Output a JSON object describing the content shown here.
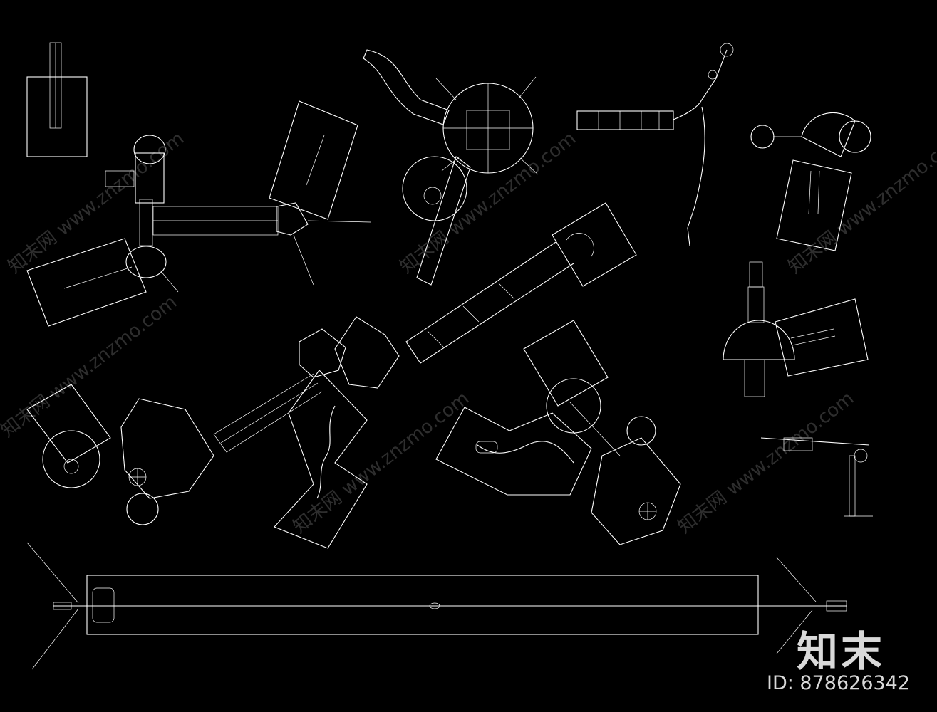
{
  "watermarks": [
    "知末网 www.znzmo.com",
    "知末网 www.znzmo.com",
    "知末网 www.znzmo.com",
    "知末网 www.znzmo.com",
    "知末网 www.znzmo.com",
    "知末网 www.znzmo.com"
  ],
  "brand": {
    "logo_text": "知末",
    "id_text": "ID: 878626342"
  },
  "colors": {
    "background": "#000000",
    "linework": "#ffffff"
  }
}
